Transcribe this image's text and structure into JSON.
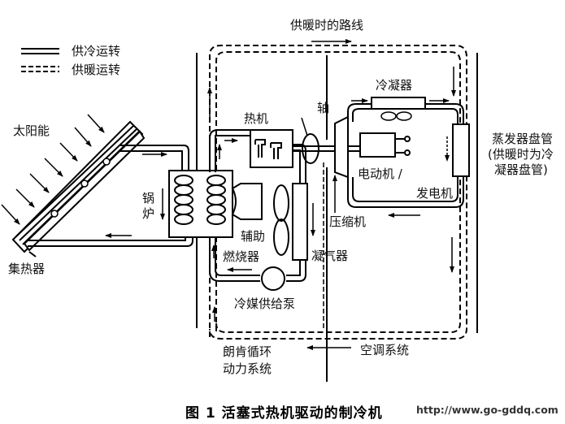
{
  "legend": {
    "items": [
      {
        "style": "solid-double",
        "label": "供冷运转"
      },
      {
        "style": "dashed-double",
        "label": "供暖运转"
      }
    ]
  },
  "labels": {
    "heating_route": "供暖时的路线",
    "solar": "太阳能",
    "collector": "集热器",
    "boiler": "锅\n炉",
    "heat_engine": "热机",
    "shaft": "轴",
    "condenser": "冷凝器",
    "evaporator_coil_line1": "蒸发器盘管",
    "evaporator_coil_line2": "(供暖时为冷",
    "evaporator_coil_line3": "凝器盘管)",
    "motor_line1": "电动机 /",
    "motor_line2": "发电机",
    "compressor": "压缩机",
    "aux_burner_line1": "辅助",
    "aux_burner_line2": "燃烧器",
    "vapor_condenser": "凝气器",
    "refrigerant_pump": "冷媒供给泵",
    "rankine_line1": "朗肯循环",
    "rankine_line2": "动力系统",
    "ac_system": "空调系统"
  },
  "caption": "图 1  活塞式热机驱动的制冷机",
  "watermark": "http://www.go-gddq.com"
}
